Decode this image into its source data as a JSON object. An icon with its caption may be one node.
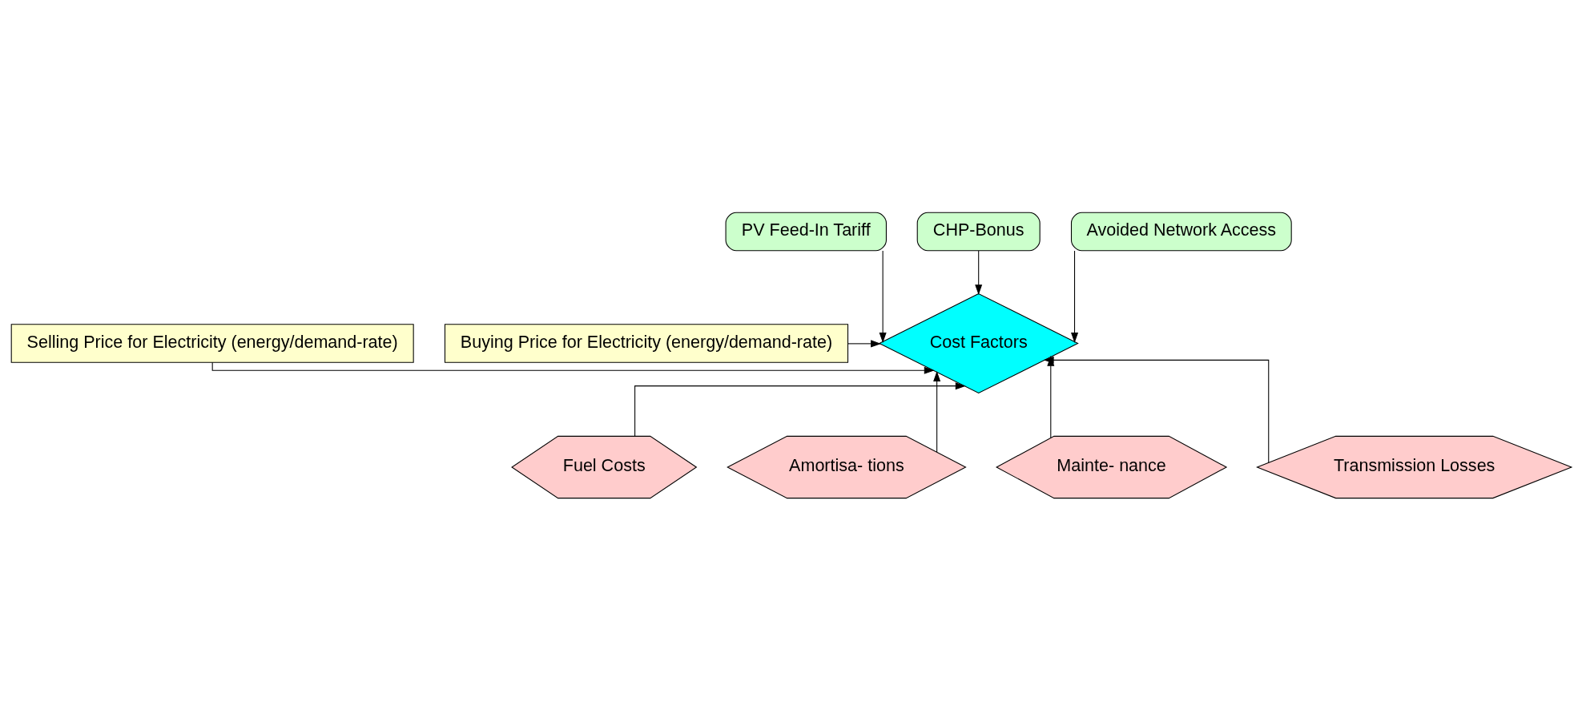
{
  "diagram": {
    "nodes": [
      {
        "text": [
          "PV Feed-In Tariff"
        ]
      },
      {
        "text": [
          "CHP-Bonus"
        ]
      },
      {
        "text": [
          "Avoided Network Access"
        ]
      },
      {
        "text": [
          "Selling Price for Electricity (energy/demand-rate)"
        ]
      },
      {
        "text": [
          "Cost Factors"
        ]
      },
      {
        "text": [
          "Buying Price for Electricity (energy/demand-rate)"
        ]
      },
      {
        "text": [
          "Fuel Costs"
        ]
      },
      {
        "text": [
          "Amortisa- tions"
        ]
      },
      {
        "text": [
          "Mainte- nance"
        ]
      },
      {
        "text": [
          "Transmission Losses"
        ]
      }
    ],
    "edges": [
      {
        "from": 0,
        "to": 4,
        "arrow": "to"
      },
      {
        "from": 1,
        "to": 4,
        "arrow": "to"
      },
      {
        "from": 2,
        "to": 4,
        "arrow": "to"
      },
      {
        "from": 3,
        "to": 4,
        "arrow": "to"
      },
      {
        "from": 5,
        "to": 4,
        "arrow": "to"
      },
      {
        "from": 6,
        "to": 4,
        "arrow": "to"
      },
      {
        "from": 7,
        "to": 4,
        "arrow": "to"
      },
      {
        "from": 8,
        "to": 4,
        "arrow": "to"
      },
      {
        "from": 9,
        "to": 4,
        "arrow": "to"
      }
    ]
  }
}
